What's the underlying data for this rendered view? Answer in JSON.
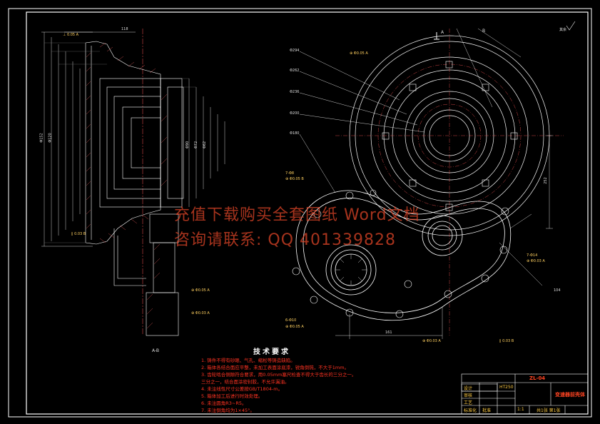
{
  "watermark": {
    "line1": "充值下载购买全套图纸 Word文档",
    "line2": "咨询请联系: QQ 401339828"
  },
  "section_label": "A-B",
  "view_label_top": "A",
  "view_label_side": "B",
  "roughness_note": "其余",
  "tech_requirements": {
    "title": "技术要求",
    "items": [
      "1. 铸件不得有砂眼、气孔、缩松等铸造缺陷。",
      "2. 箱体各结合面应平整，未加工表面涂底漆，锐角倒钝，不大于1mm。",
      "3. 齿轮啮合侧隙符合要求，用0.05mm塞尺检查不得大于齿长的三分之一。",
      "三分之一，结合面涂密封胶，不允许漏油。",
      "4. 未注线性尺寸公差按GB/T1804-m。",
      "5. 箱体加工后进行时效处理。",
      "6. 未注圆角R3~R5。",
      "7. 未注倒角均为1×45°。"
    ]
  },
  "title_block": {
    "drawing_number": "ZL-04",
    "title": "变速器前壳体",
    "material": "HT250",
    "scale": "1:1",
    "sheet": "共1张 第1张",
    "labels": [
      "设计",
      "审核",
      "工艺",
      "标准化",
      "批准"
    ]
  },
  "tags": {
    "flatness_1": "⊥ 0.05 A",
    "flatness_2": "∥ 0.03 B",
    "position_1": "⊕ Φ0.05 A",
    "position_2": "⊕ Φ0.03 A",
    "position_3": "⊕ Φ0.05 B",
    "holes_1": "7-Φ8",
    "holes_2": "7-Φ14",
    "holes_3": "6-Φ10"
  },
  "dims": {
    "d1": "Φ294",
    "d2": "Φ262",
    "d3": "Φ236",
    "d4": "Φ200",
    "d5": "Φ180",
    "d6": "Φ152",
    "d7": "Φ120",
    "d8": "Φ90",
    "d9": "Φ72",
    "d10": "Φ62",
    "len1": "118",
    "len2": "252",
    "len3": "161",
    "len4": "104"
  }
}
